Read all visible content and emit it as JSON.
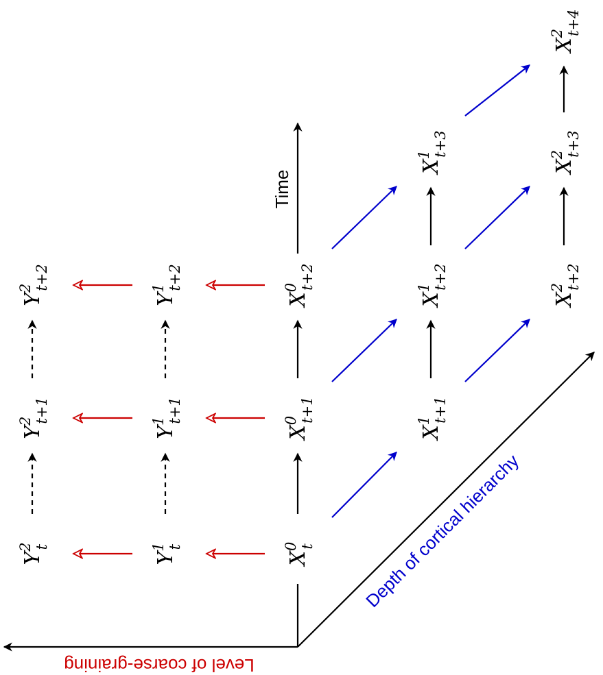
{
  "colors": {
    "time": "#000000",
    "depth": "#0000cc",
    "coarse": "#cc0000",
    "axis": "#000000"
  },
  "axes": {
    "time_label": "Time",
    "depth_label": "Depth of cortical hierarchy",
    "coarse_label": "Level of coarse-graining"
  },
  "nodes": [
    {
      "id": "Y2_t",
      "var": "Y",
      "sup": "2",
      "sub": "t"
    },
    {
      "id": "Y2_t1",
      "var": "Y",
      "sup": "2",
      "sub": "t+1"
    },
    {
      "id": "Y2_t2",
      "var": "Y",
      "sup": "2",
      "sub": "t+2"
    },
    {
      "id": "Y1_t",
      "var": "Y",
      "sup": "1",
      "sub": "t"
    },
    {
      "id": "Y1_t1",
      "var": "Y",
      "sup": "1",
      "sub": "t+1"
    },
    {
      "id": "Y1_t2",
      "var": "Y",
      "sup": "1",
      "sub": "t+2"
    },
    {
      "id": "X0_t",
      "var": "X",
      "sup": "0",
      "sub": "t"
    },
    {
      "id": "X0_t1",
      "var": "X",
      "sup": "0",
      "sub": "t+1"
    },
    {
      "id": "X0_t2",
      "var": "X",
      "sup": "0",
      "sub": "t+2"
    },
    {
      "id": "X1_t1",
      "var": "X",
      "sup": "1",
      "sub": "t+1"
    },
    {
      "id": "X1_t2",
      "var": "X",
      "sup": "1",
      "sub": "t+2"
    },
    {
      "id": "X1_t3",
      "var": "X",
      "sup": "1",
      "sub": "t+3"
    },
    {
      "id": "X2_t2",
      "var": "X",
      "sup": "2",
      "sub": "t+2"
    },
    {
      "id": "X2_t3",
      "var": "X",
      "sup": "2",
      "sub": "t+3"
    },
    {
      "id": "X2_t4",
      "var": "X",
      "sup": "2",
      "sub": "t+4"
    }
  ],
  "edges": [
    {
      "from": "Y2_t",
      "to": "Y2_t1",
      "kind": "time-dashed"
    },
    {
      "from": "Y2_t1",
      "to": "Y2_t2",
      "kind": "time-dashed"
    },
    {
      "from": "Y1_t",
      "to": "Y1_t1",
      "kind": "time-dashed"
    },
    {
      "from": "Y1_t1",
      "to": "Y1_t2",
      "kind": "time-dashed"
    },
    {
      "from": "X0_t",
      "to": "X0_t1",
      "kind": "time"
    },
    {
      "from": "X0_t1",
      "to": "X0_t2",
      "kind": "time"
    },
    {
      "from": "X1_t1",
      "to": "X1_t2",
      "kind": "time"
    },
    {
      "from": "X1_t2",
      "to": "X1_t3",
      "kind": "time"
    },
    {
      "from": "X2_t2",
      "to": "X2_t3",
      "kind": "time"
    },
    {
      "from": "X2_t3",
      "to": "X2_t4",
      "kind": "time"
    },
    {
      "from": "X0_t",
      "to": "X1_t1",
      "kind": "depth"
    },
    {
      "from": "X0_t1",
      "to": "X1_t2",
      "kind": "depth"
    },
    {
      "from": "X0_t2",
      "to": "X1_t3",
      "kind": "depth"
    },
    {
      "from": "X1_t1",
      "to": "X2_t2",
      "kind": "depth"
    },
    {
      "from": "X1_t2",
      "to": "X2_t3",
      "kind": "depth"
    },
    {
      "from": "X1_t3",
      "to": "X2_t4",
      "kind": "depth"
    },
    {
      "from": "X0_t",
      "to": "Y1_t",
      "kind": "coarse"
    },
    {
      "from": "X0_t1",
      "to": "Y1_t1",
      "kind": "coarse"
    },
    {
      "from": "X0_t2",
      "to": "Y1_t2",
      "kind": "coarse"
    },
    {
      "from": "Y1_t",
      "to": "Y2_t",
      "kind": "coarse"
    },
    {
      "from": "Y1_t1",
      "to": "Y2_t1",
      "kind": "coarse"
    },
    {
      "from": "Y1_t2",
      "to": "Y2_t2",
      "kind": "coarse"
    }
  ]
}
